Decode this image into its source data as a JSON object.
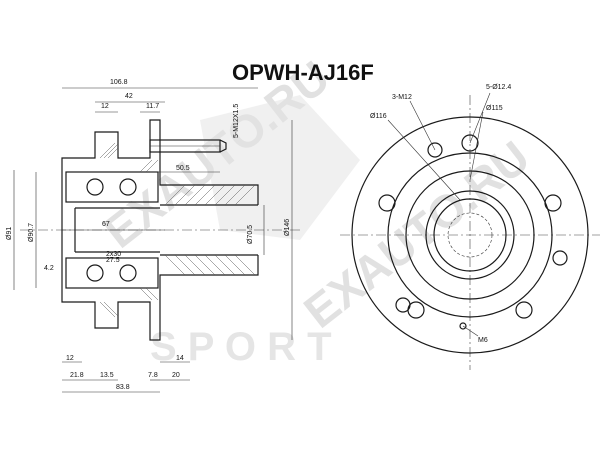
{
  "title": "OPWH-AJ16F",
  "watermark": {
    "site_top": "EXAUTO.RU",
    "site_bottom": "EXAUTO.RU",
    "brand": "S P O R T",
    "color": "#d5d5d5"
  },
  "side_view_dims": {
    "overall_length": "106.8",
    "flange_to_stud": "42",
    "flange_width": "12",
    "stud_offset": "11.7",
    "stud_thread": "5-M12X1.5",
    "stud_length": "50.5",
    "bore_length": "67",
    "outer_dia_1": "Ø91",
    "outer_dia_2": "Ø90.7",
    "pilot_dia": "Ø70.5",
    "flange_dia": "Ø146",
    "small_step": "4.2",
    "bottom_12": "12",
    "bottom_21_8": "21.8",
    "bottom_13_5": "13.5",
    "bottom_83_8": "83.8",
    "bottom_7_8": "7.8",
    "bottom_20": "20",
    "bottom_14": "14",
    "small_note_1": "2x30",
    "small_note_2": "27.5"
  },
  "front_view_dims": {
    "bolt_holes": "3-M12",
    "stud_holes": "5-Ø12.4",
    "pcd_1": "Ø116",
    "pcd_2": "Ø115",
    "sensor_thread": "M6"
  }
}
